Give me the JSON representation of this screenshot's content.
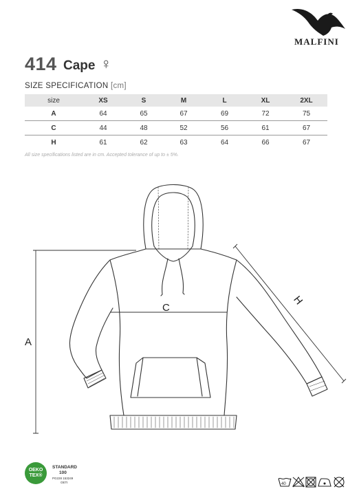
{
  "brand": {
    "name": "MALFINI",
    "logo_icon": "eagle-icon"
  },
  "product": {
    "code": "414",
    "name": "Cape",
    "gender_symbol": "♀"
  },
  "spec": {
    "title": "SIZE SPECIFICATION",
    "unit": "[cm]",
    "columns": [
      "size",
      "XS",
      "S",
      "M",
      "L",
      "XL",
      "2XL"
    ],
    "rows": [
      {
        "label": "A",
        "values": [
          "64",
          "65",
          "67",
          "69",
          "72",
          "75"
        ]
      },
      {
        "label": "C",
        "values": [
          "44",
          "48",
          "52",
          "56",
          "61",
          "67"
        ]
      },
      {
        "label": "H",
        "values": [
          "61",
          "62",
          "63",
          "64",
          "66",
          "67"
        ]
      }
    ],
    "note": "All size specifications listed are in cm. Accepted tolerance of up to ± 5%."
  },
  "drawing": {
    "label_a": "A",
    "label_c": "C",
    "label_h": "H"
  },
  "certification": {
    "logo_line1": "OEKO",
    "logo_line2": "TEX®",
    "standard": "STANDARD",
    "standard_num": "100",
    "code": "PG228 153249",
    "institute": "OETI"
  },
  "care": {
    "wash_temp": "40",
    "icons": [
      "wash-40-icon",
      "no-bleach-icon",
      "no-tumble-dry-icon",
      "iron-low-icon",
      "no-dry-clean-icon"
    ]
  }
}
